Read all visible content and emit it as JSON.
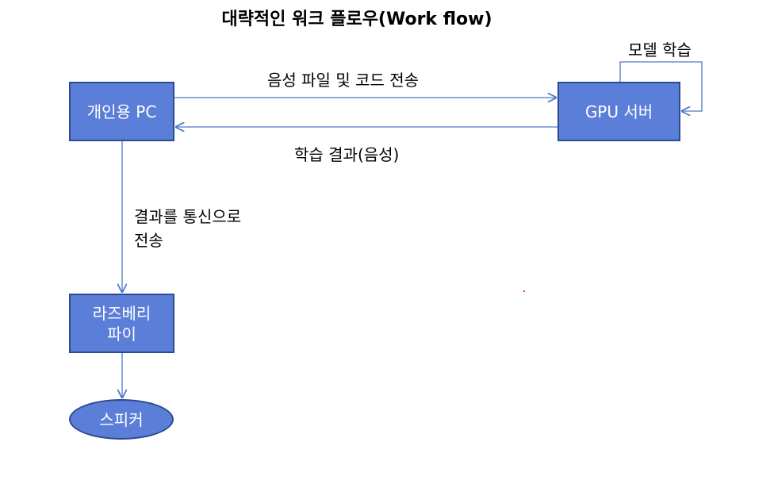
{
  "title": "대략적인 워크 플로우(Work flow)",
  "nodes": {
    "personal_pc": "개인용 PC",
    "gpu_server": "GPU 서버",
    "raspberry_pi": "라즈베리\n파이",
    "speaker": "스피커"
  },
  "edges": {
    "pc_to_gpu": "음성 파일 및 코드 전송",
    "gpu_to_pc": "학습 결과(음성)",
    "gpu_self_loop": "모델 학습",
    "pc_to_pi": "결과를 통신으로\n전송"
  },
  "colors": {
    "node_fill": "#5b7fd8",
    "node_border": "#2c4a8f",
    "arrow": "#4f78c8"
  }
}
